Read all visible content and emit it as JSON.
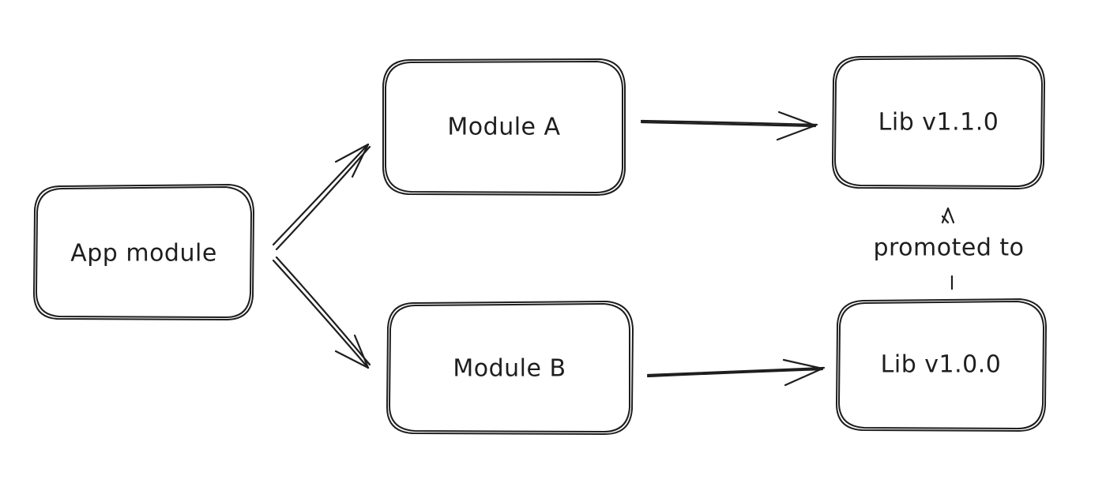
{
  "nodes": {
    "app": {
      "label": "App module"
    },
    "module_a": {
      "label": "Module A"
    },
    "module_b": {
      "label": "Module B"
    },
    "lib_v110": {
      "label": "Lib v1.1.0"
    },
    "lib_v100": {
      "label": "Lib v1.0.0"
    }
  },
  "edges": [
    {
      "from": "App module",
      "to": "Module A"
    },
    {
      "from": "App module",
      "to": "Module B"
    },
    {
      "from": "Module A",
      "to": "Lib v1.1.0"
    },
    {
      "from": "Module B",
      "to": "Lib v1.0.0"
    },
    {
      "from": "Lib v1.0.0",
      "to": "Lib v1.1.0",
      "label": "promoted to"
    }
  ],
  "edge_labels": {
    "promoted": "promoted to"
  },
  "colors": {
    "stroke": "#1e1e1e",
    "background": "#ffffff"
  }
}
